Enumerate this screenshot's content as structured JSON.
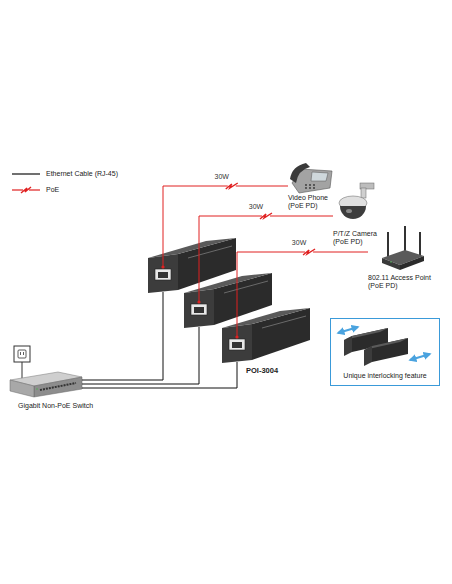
{
  "diagram": {
    "nodes": [
      {
        "text": [
          "Video Phone (PoE PD)"
        ]
      },
      {
        "text": [
          "P/T/Z Camera (PoE PD)"
        ]
      },
      {
        "text": [
          "802.11 Access Point (PoE PD)"
        ]
      },
      {
        "text": [
          "Unique interlocking feature"
        ]
      },
      {
        "text": [
          "Gigabit Non-PoE Switch"
        ]
      }
    ],
    "edges": [
      {
        "from": 4,
        "to": 0,
        "arrow": "none",
        "label": "30W"
      },
      {
        "from": 4,
        "to": 1,
        "arrow": "none",
        "label": "30W"
      },
      {
        "from": 4,
        "to": 2,
        "arrow": "none",
        "label": "30W"
      }
    ],
    "labels": [
      "POI-3004"
    ],
    "legend": [
      {
        "text": "Ethernet Cable (RJ-45)"
      },
      {
        "text": "PoE"
      }
    ]
  }
}
